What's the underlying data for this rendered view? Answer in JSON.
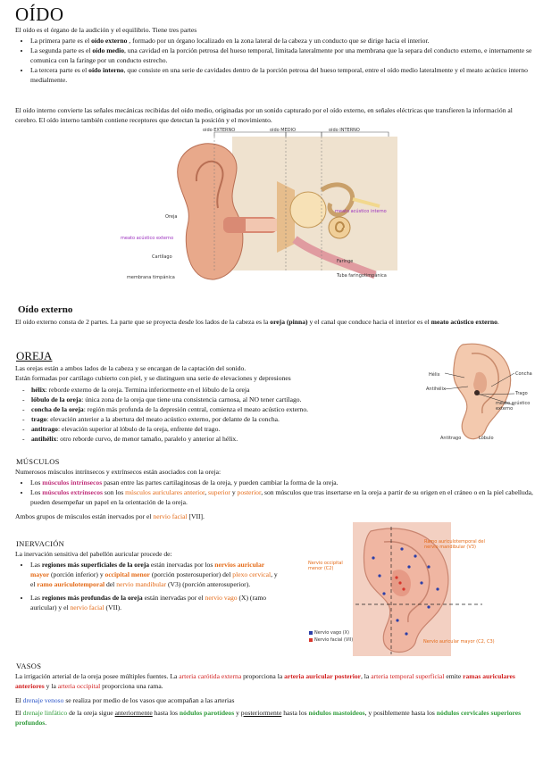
{
  "title": "OÍDO",
  "intro": "El oído es el órgano de la audición y el equilibrio. Tiene tres partes",
  "parts": [
    {
      "pre": "La primera parte es el ",
      "bold": "oído externo",
      "post": " , formado por un órgano localizado en la zona lateral de la cabeza y un conducto que se dirige hacia el interior."
    },
    {
      "pre": "La segunda parte es el ",
      "bold": "oído medio",
      "post": ", una cavidad en la porción petrosa del hueso temporal, limitada lateralmente por una membrana que la separa del conducto externo, e internamente se comunica con la faringe por un conducto estrecho."
    },
    {
      "pre": "La tercera parte es el ",
      "bold": "oído interno",
      "post": ", que consiste en una serie de cavidades dentro de la porción petrosa del hueso temporal, entre el oído medio lateralmente y el meato acústico interno medialmente."
    }
  ],
  "inner_para": "El oído interno convierte las señales mecánicas recibidas del oído medio, originadas por un sonido capturado por el oído externo, en señales eléctricas que transfieren la información al cerebro. El oído interno también contiene receptores que detectan la posición y el movimiento.",
  "fig1": {
    "top_labels": [
      "oído EXTERNO",
      "oído MEDIO",
      "oído INTERNO"
    ],
    "oreja": "Oreja",
    "meato_ext": "meato acústico externo",
    "cartilago": "Cartílago",
    "membrana": "membrana timpánica",
    "meato_int": "meato acústico interno",
    "faringe": "Faringe",
    "tuba": "Tuba faringotimpánica"
  },
  "externo": {
    "heading": "Oído externo",
    "p_pre": "El oído externo consta de 2 partes. La parte que se proyecta desde los lados de la cabeza es la ",
    "p_b1": "oreja (pinna)",
    "p_mid": " y el canal que conduce hacia el interior es el ",
    "p_b2": "meato acústico externo",
    "p_end": "."
  },
  "oreja": {
    "heading": "OREJA",
    "p1": "Las orejas están a ambos lados de la cabeza y se encargan de la captación del sonido.",
    "p2": "Están formadas por cartílago cubierto con piel, y se distinguen una serie de elevaciones y depresiones",
    "items": [
      {
        "b": "hélix",
        "t": ": reborde externo de la oreja. Termina inferiormente en el lóbulo de la oreja"
      },
      {
        "b": "lóbulo de la oreja",
        "t": ": única zona de la oreja que tiene una consistencia carnosa, al NO tener cartílago."
      },
      {
        "b": "concha de la oreja",
        "t": ": región más profunda de la depresión central, comienza el meato acústico externo."
      },
      {
        "b": "trago",
        "t": ": elevación anterior a la abertura del meato acústico externo, por delante de la concha."
      },
      {
        "b": "antitrago",
        "t": ": elevación superior al lóbulo de la oreja, enfrente del trago."
      },
      {
        "b": "antihélix",
        "t": ": otro reborde curvo, de menor tamaño, paralelo y anterior al hélix."
      }
    ],
    "fig": {
      "helix": "Hélix",
      "antihelix": "Antihélix",
      "concha": "Concha",
      "trago": "Trago",
      "meato": "meato acústico externo",
      "antitrago": "Antitrago",
      "lobulo": "Lóbulo"
    }
  },
  "musculos": {
    "heading": "MÚSCULOS",
    "p": "Numerosos músculos intrínsecos y extrínsecos están asociados con la oreja:",
    "i1_a": "Los ",
    "i1_pk": "músculos intrínsecos",
    "i1_b": " pasan entre las partes cartilaginosas de la oreja, y pueden cambiar la forma de la oreja.",
    "i2_a": "Los ",
    "i2_pk": "músculos extrínsecos",
    "i2_b": " son los ",
    "i2_or1": "músculos auriculares anterior",
    "i2_c": ", ",
    "i2_or2": "superior",
    "i2_d": " y ",
    "i2_or3": "posterior",
    "i2_e": ", son músculos que tras insertarse en la oreja a partir de su origen en el cráneo o en la piel cabelluda, pueden desempeñar un papel en la orientación de la oreja.",
    "last_a": "Ambos grupos de músculos están inervados por el ",
    "last_or": "nervio facial",
    "last_b": " [VII]."
  },
  "inervacion": {
    "heading": "INERVACIÓN",
    "p": "La inervación sensitiva del pabellón auricular procede de:",
    "i1_a": "Las ",
    "i1_b": "regiones más superficiales de la oreja",
    "i1_c": " están inervadas por los ",
    "i1_or1": "nervios auricular mayor",
    "i1_d": " (porción inferior) y ",
    "i1_or2": "occipital menor",
    "i1_e": " (porción posterosuperior) del ",
    "i1_or3": "plexo cervical",
    "i1_f": ", y el ",
    "i1_or4": "ramo auriculotemporal",
    "i1_g": " del ",
    "i1_or5": "nervio mandibular",
    "i1_h": " (V3) (porción anterosuperior).",
    "i2_a": "Las ",
    "i2_b": "regiones más profundas de la oreja",
    "i2_c": " están inervadas por el ",
    "i2_or1": "nervio vago",
    "i2_d": " (X) (ramo auricular) y el ",
    "i2_or2": "nervio facial",
    "i2_e": " (VII).",
    "fig": {
      "l1": "Ramo auriculotemporal del nervio mandibular (V3)",
      "l2": "Nervio occipital menor (C2)",
      "l3": "Nervio auricular mayor (C2, C3)",
      "legend1": "Nervio vago (X)",
      "legend2": "Nervio facial (VII)"
    }
  },
  "vasos": {
    "heading": "VASOS",
    "p1_a": "La irrigación arterial de la oreja posee múltiples fuentes. La ",
    "p1_r1": "arteria carótida externa",
    "p1_b": " proporciona la ",
    "p1_r2": "arteria auricular posterior",
    "p1_c": ", la ",
    "p1_r3": "arteria temporal superficial",
    "p1_d": " emite ",
    "p1_r4": "ramas auriculares anteriores",
    "p1_e": " y la ",
    "p1_r5": "arteria occipital",
    "p1_f": " proporciona una rama.",
    "p2_a": "El ",
    "p2_b": "drenaje venoso",
    "p2_c": " se realiza por medio de los vasos que acompañan a las arterias",
    "p3_a": "El ",
    "p3_g": "drenaje linfático",
    "p3_b": " de la oreja sigue ",
    "p3_u1": "anteriormente",
    "p3_c": " hasta los ",
    "p3_g2": "nódulos parotídeos",
    "p3_d": " y ",
    "p3_u2": "posteriormente",
    "p3_e": " hasta los ",
    "p3_g3": "nódulos mastoideos",
    "p3_f": ", y posiblemente hasta los ",
    "p3_g4": "nódulos cervicales superiores profundos",
    "p3_h": "."
  }
}
